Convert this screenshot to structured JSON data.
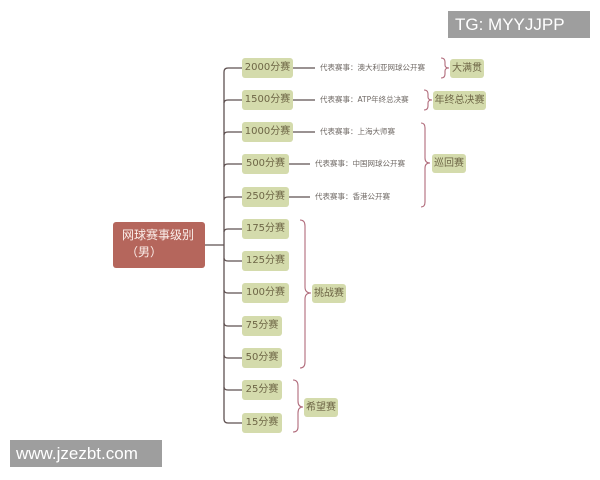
{
  "root": {
    "line1": "网球赛事级别",
    "line2": "（男）"
  },
  "nodes": [
    {
      "label": "2000分赛",
      "rep": "代表赛事：澳大利亚网球公开赛"
    },
    {
      "label": "1500分赛",
      "rep": "代表赛事：ATP年终总决赛"
    },
    {
      "label": "1000分赛",
      "rep": "代表赛事：上海大师赛"
    },
    {
      "label": "500分赛",
      "rep": "代表赛事：中国网球公开赛"
    },
    {
      "label": "250分赛",
      "rep": "代表赛事：香港公开赛"
    },
    {
      "label": "175分赛"
    },
    {
      "label": "125分赛"
    },
    {
      "label": "100分赛"
    },
    {
      "label": "75分赛"
    },
    {
      "label": "50分赛"
    },
    {
      "label": "25分赛"
    },
    {
      "label": "15分赛"
    }
  ],
  "categories": [
    {
      "label": "大满贯",
      "covers": [
        "2000分赛"
      ]
    },
    {
      "label": "年终总决赛",
      "covers": [
        "1500分赛"
      ]
    },
    {
      "label": "巡回赛",
      "covers": [
        "1000分赛",
        "500分赛",
        "250分赛"
      ]
    },
    {
      "label": "挑战赛",
      "covers": [
        "175分赛",
        "125分赛",
        "100分赛",
        "75分赛",
        "50分赛"
      ]
    },
    {
      "label": "希望赛",
      "covers": [
        "25分赛",
        "15分赛"
      ]
    }
  ],
  "watermarks": {
    "tg": "TG: MYYJJPP",
    "url": "www.jzezbt.com"
  },
  "colors": {
    "root": "#b5665c",
    "node": "#d4dbac",
    "trunk": "#5e5050",
    "brace": "#b06a7a"
  }
}
